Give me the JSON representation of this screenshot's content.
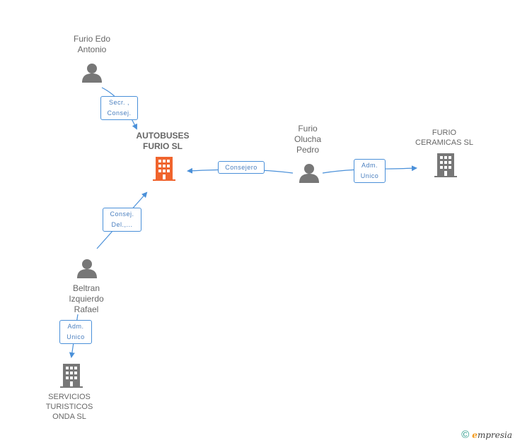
{
  "nodes": {
    "furio_edo": {
      "label_lines": [
        "Furio Edo",
        "Antonio"
      ]
    },
    "autobuses": {
      "label_lines": [
        "AUTOBUSES",
        "FURIO SL"
      ]
    },
    "furio_olucha": {
      "label_lines": [
        "Furio",
        "Olucha",
        "Pedro"
      ]
    },
    "furio_ceramicas": {
      "label_lines": [
        "FURIO",
        "CERAMICAS SL"
      ]
    },
    "beltran": {
      "label_lines": [
        "Beltran",
        "Izquierdo",
        "Rafael"
      ]
    },
    "servicios": {
      "label_lines": [
        "SERVICIOS",
        "TURISTICOS",
        "ONDA SL"
      ]
    }
  },
  "edges": {
    "edo_autobuses": {
      "label_lines": [
        "Secr. ,",
        "Consej."
      ]
    },
    "olucha_autobuses": {
      "label_lines": [
        "Consejero"
      ]
    },
    "olucha_ceramicas": {
      "label_lines": [
        "Adm.",
        "Unico"
      ]
    },
    "beltran_autobuses": {
      "label_lines": [
        "Consej.",
        "Del.,..."
      ]
    },
    "beltran_servicios": {
      "label_lines": [
        "Adm.",
        "Unico"
      ]
    }
  },
  "colors": {
    "person": "#777777",
    "company": "#777777",
    "central_company": "#f0642d",
    "edge": "#4a90d9"
  },
  "watermark": {
    "copyright": "©",
    "brand_initial": "e",
    "brand_rest": "mpresia"
  }
}
